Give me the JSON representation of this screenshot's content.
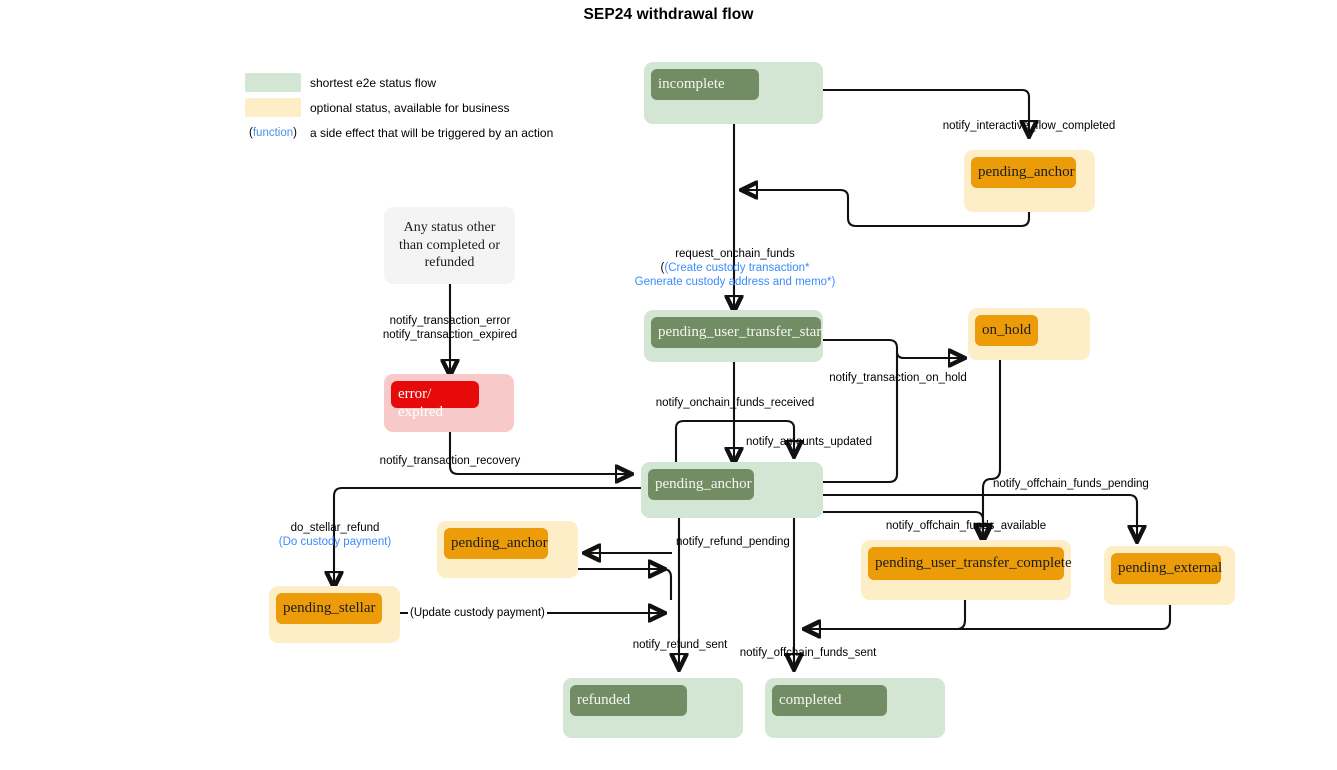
{
  "title": "SEP24 withdrawal flow",
  "legend": {
    "rows": [
      {
        "swatch": "green",
        "label": "shortest e2e status flow"
      },
      {
        "swatch": "cream",
        "label": "optional status, available for business"
      },
      {
        "swatch": "function",
        "fn_text": "(function)",
        "label": "a side effect that will be triggered by an action"
      }
    ]
  },
  "nodes": [
    {
      "id": "incomplete",
      "label": "incomplete",
      "kind": "green"
    },
    {
      "id": "pending_anchor_top",
      "label": "pending_anchor",
      "kind": "cream"
    },
    {
      "id": "any_status_note",
      "label": "Any status other than completed or refunded",
      "kind": "note"
    },
    {
      "id": "error_expired",
      "label": "error/",
      "label2": "expired",
      "kind": "pink"
    },
    {
      "id": "pending_user_transfer_start",
      "label": "pending_user_transfer_start",
      "kind": "green"
    },
    {
      "id": "on_hold",
      "label": "on_hold",
      "kind": "cream"
    },
    {
      "id": "pending_anchor_center",
      "label": "pending_anchor",
      "kind": "green"
    },
    {
      "id": "pending_anchor_refund",
      "label": "pending_anchor",
      "kind": "cream"
    },
    {
      "id": "pending_stellar",
      "label": "pending_stellar",
      "kind": "cream"
    },
    {
      "id": "pending_user_transfer_complete",
      "label": "pending_user_transfer_complete",
      "kind": "cream"
    },
    {
      "id": "pending_external",
      "label": "pending_external",
      "kind": "cream"
    },
    {
      "id": "refunded",
      "label": "refunded",
      "kind": "green"
    },
    {
      "id": "completed",
      "label": "completed",
      "kind": "green"
    }
  ],
  "edge_labels": {
    "notify_interactive_flow_completed": "notify_interactive_flow_completed",
    "request_onchain_funds": "request_onchain_funds",
    "request_onchain_funds_fn1": "(Create custody transaction*",
    "request_onchain_funds_fn2": "Generate custody address and memo*)",
    "notify_transaction_error": "notify_transaction_error",
    "notify_transaction_expired": "notify_transaction_expired",
    "notify_transaction_recovery": "notify_transaction_recovery",
    "notify_onchain_funds_received": "notify_onchain_funds_received",
    "notify_amounts_updated": "notify_amounts_updated",
    "notify_transaction_on_hold": "notify_transaction_on_hold",
    "notify_offchain_funds_pending": "notify_offchain_funds_pending",
    "notify_offchain_funds_available": "notify_offchain_funds_available",
    "notify_refund_pending": "notify_refund_pending",
    "do_stellar_refund": "do_stellar_refund",
    "do_stellar_refund_fn": "(Do custody payment)",
    "update_custody_payment_fn": "(Update custody payment)",
    "notify_refund_sent": "notify_refund_sent",
    "notify_offchain_funds_sent": "notify_offchain_funds_sent"
  },
  "colors": {
    "green_outer": "#d3e5d3",
    "green_inner": "#728c63",
    "cream_outer": "#fdeec8",
    "orange_inner": "#ed9c09",
    "pink_outer": "#f8c9c9",
    "red_inner": "#e60a0a",
    "note_bg": "#f4f4f4",
    "function_text": "#3d8bfd",
    "edge_stroke": "#111111"
  }
}
